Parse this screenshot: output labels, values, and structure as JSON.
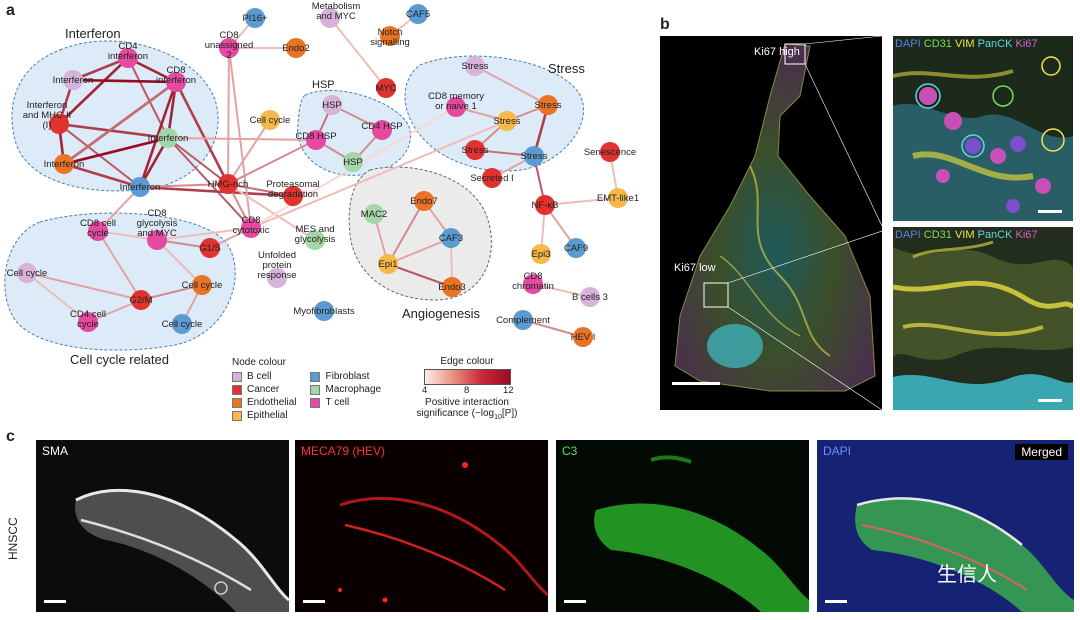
{
  "panel_letters": {
    "a": "a",
    "b": "b",
    "c": "c"
  },
  "groups": {
    "interferon": "Interferon",
    "hsp": "HSP",
    "stress": "Stress",
    "angiogenesis": "Angiogenesis",
    "cell_cycle": "Cell cycle related"
  },
  "node_colors": {
    "bcell": "#d7b3d9",
    "cancer": "#e0322e",
    "endothelial": "#ea7426",
    "epithelial": "#f6b94a",
    "fibroblast": "#5b9bd1",
    "macrophage": "#a5d6a7",
    "tcell": "#e54aa0"
  },
  "nodes": [
    {
      "id": "cd4ifn",
      "label": "CD4 interferon",
      "type": "tcell"
    },
    {
      "id": "cd8ifn",
      "label": "CD8 interferon",
      "type": "tcell"
    },
    {
      "id": "ifn_b",
      "label": "Interferon",
      "type": "bcell"
    },
    {
      "id": "ifn_mhc",
      "label": "Interferon and MHC-II (I)",
      "type": "cancer"
    },
    {
      "id": "ifn_mac",
      "label": "Interferon",
      "type": "macrophage"
    },
    {
      "id": "ifn_endo",
      "label": "Interferon",
      "type": "endothelial"
    },
    {
      "id": "ifn_fib",
      "label": "Interferon",
      "type": "fibroblast"
    },
    {
      "id": "pi16",
      "label": "PI16+",
      "type": "fibroblast"
    },
    {
      "id": "cd8un2",
      "label": "CD8 unassigned 2",
      "type": "tcell"
    },
    {
      "id": "endo2",
      "label": "Endo2",
      "type": "endothelial"
    },
    {
      "id": "metab",
      "label": "Metabolism and MYC",
      "type": "bcell"
    },
    {
      "id": "myc",
      "label": "MYC",
      "type": "cancer"
    },
    {
      "id": "caf5",
      "label": "CAF5",
      "type": "fibroblast"
    },
    {
      "id": "notch",
      "label": "Notch signalling",
      "type": "endothelial"
    },
    {
      "id": "cellcycle_epi",
      "label": "Cell cycle",
      "type": "epithelial"
    },
    {
      "id": "hsp_b",
      "label": "HSP",
      "type": "bcell"
    },
    {
      "id": "cd8hsp",
      "label": "CD8 HSP",
      "type": "tcell"
    },
    {
      "id": "cd4hsp",
      "label": "CD4 HSP",
      "type": "tcell"
    },
    {
      "id": "hsp_mac",
      "label": "HSP",
      "type": "macrophage"
    },
    {
      "id": "hmg",
      "label": "HMG-rich",
      "type": "cancer"
    },
    {
      "id": "proteasomal",
      "label": "Proteasomal degradation",
      "type": "cancer"
    },
    {
      "id": "cd8cyto",
      "label": "CD8 cytotoxic",
      "type": "tcell"
    },
    {
      "id": "stress_b",
      "label": "Stress",
      "type": "bcell"
    },
    {
      "id": "cd8mem",
      "label": "CD8 memory or naive 1",
      "type": "tcell"
    },
    {
      "id": "stress_endo",
      "label": "Stress",
      "type": "endothelial"
    },
    {
      "id": "stress_epi",
      "label": "Stress",
      "type": "epithelial"
    },
    {
      "id": "stress_can",
      "label": "Stress",
      "type": "cancer"
    },
    {
      "id": "stress_fib",
      "label": "Stress",
      "type": "fibroblast"
    },
    {
      "id": "secreted",
      "label": "Secreted I",
      "type": "cancer"
    },
    {
      "id": "senescence",
      "label": "Senescence",
      "type": "cancer"
    },
    {
      "id": "emt",
      "label": "EMT-like1",
      "type": "epithelial"
    },
    {
      "id": "nfkb",
      "label": "NF-κB",
      "type": "cancer"
    },
    {
      "id": "epi3",
      "label": "Epi3",
      "type": "epithelial"
    },
    {
      "id": "caf9",
      "label": "CAF9",
      "type": "fibroblast"
    },
    {
      "id": "cd8chrom",
      "label": "CD8 chromatin",
      "type": "tcell"
    },
    {
      "id": "bcells3",
      "label": "B cells 3",
      "type": "bcell"
    },
    {
      "id": "complement",
      "label": "Complement",
      "type": "fibroblast"
    },
    {
      "id": "hev",
      "label": "HEV I",
      "type": "endothelial"
    },
    {
      "id": "mac2",
      "label": "MAC2",
      "type": "macrophage"
    },
    {
      "id": "endo7",
      "label": "Endo7",
      "type": "endothelial"
    },
    {
      "id": "caf3",
      "label": "CAF3",
      "type": "fibroblast"
    },
    {
      "id": "epi1",
      "label": "Epi1",
      "type": "epithelial"
    },
    {
      "id": "endo3",
      "label": "Endo3",
      "type": "endothelial"
    },
    {
      "id": "mes",
      "label": "MES and glycolysis",
      "type": "macrophage"
    },
    {
      "id": "unfolded",
      "label": "Unfolded protein response",
      "type": "bcell"
    },
    {
      "id": "myofib",
      "label": "Myofibroblasts",
      "type": "fibroblast"
    },
    {
      "id": "cd8cc",
      "label": "CD8 cell cycle",
      "type": "tcell"
    },
    {
      "id": "cd8gly",
      "label": "CD8 glycolysis and MYC",
      "type": "tcell"
    },
    {
      "id": "g1s",
      "label": "G1/S",
      "type": "cancer"
    },
    {
      "id": "cc_b",
      "label": "Cell cycle",
      "type": "bcell"
    },
    {
      "id": "g2m",
      "label": "G2/M",
      "type": "cancer"
    },
    {
      "id": "cc_endo",
      "label": "Cell cycle",
      "type": "endothelial"
    },
    {
      "id": "cd4cc",
      "label": "CD4 cell cycle",
      "type": "tcell"
    },
    {
      "id": "cc_fib",
      "label": "Cell cycle",
      "type": "fibroblast"
    }
  ],
  "edges": [
    [
      "cd4ifn",
      "cd8ifn",
      11
    ],
    [
      "cd4ifn",
      "ifn_b",
      10
    ],
    [
      "cd4ifn",
      "ifn_mhc",
      11
    ],
    [
      "cd4ifn",
      "ifn_mac",
      9
    ],
    [
      "cd8ifn",
      "ifn_b",
      12
    ],
    [
      "cd8ifn",
      "ifn_mac",
      11
    ],
    [
      "cd8ifn",
      "ifn_fib",
      11
    ],
    [
      "cd8ifn",
      "ifn_endo",
      10
    ],
    [
      "ifn_b",
      "ifn_mhc",
      10
    ],
    [
      "ifn_mhc",
      "ifn_endo",
      11
    ],
    [
      "ifn_mhc",
      "ifn_mac",
      10
    ],
    [
      "ifn_mhc",
      "ifn_fib",
      9
    ],
    [
      "ifn_mac",
      "ifn_endo",
      12
    ],
    [
      "ifn_mac",
      "ifn_fib",
      11
    ],
    [
      "ifn_endo",
      "ifn_fib",
      10
    ],
    [
      "ifn_endo",
      "cd8ifn",
      8
    ],
    [
      "ifn_mac",
      "hmg",
      9
    ],
    [
      "ifn_mac",
      "cd8cyto",
      9
    ],
    [
      "cd8ifn",
      "hmg",
      10
    ],
    [
      "ifn_fib",
      "proteasomal",
      10
    ],
    [
      "ifn_fib",
      "hmg",
      7
    ],
    [
      "ifn_fib",
      "cd8cc",
      6
    ],
    [
      "ifn_mac",
      "cd8hsp",
      6
    ],
    [
      "cd8un2",
      "hmg",
      6
    ],
    [
      "cd8un2",
      "cd8cyto",
      6
    ],
    [
      "pi16",
      "cd8un2",
      5
    ],
    [
      "endo2",
      "cd8un2",
      5
    ],
    [
      "metab",
      "myc",
      5
    ],
    [
      "caf5",
      "notch",
      5
    ],
    [
      "cellcycle_epi",
      "hmg",
      6
    ],
    [
      "hsp_b",
      "cd8hsp",
      8
    ],
    [
      "hsp_b",
      "cd4hsp",
      7
    ],
    [
      "cd8hsp",
      "hsp_mac",
      7
    ],
    [
      "cd4hsp",
      "hsp_mac",
      7
    ],
    [
      "cd8hsp",
      "hmg",
      7
    ],
    [
      "hmg",
      "proteasomal",
      8
    ],
    [
      "hmg",
      "cd8cyto",
      7
    ],
    [
      "hmg",
      "mes",
      5
    ],
    [
      "cd8cyto",
      "g1s",
      6
    ],
    [
      "cd8cyto",
      "cd8gly",
      5
    ],
    [
      "cd8cyto",
      "stress_epi",
      5
    ],
    [
      "cd8cyto",
      "cd8mem",
      4
    ],
    [
      "stress_b",
      "stress_endo",
      6
    ],
    [
      "cd8mem",
      "stress_epi",
      6
    ],
    [
      "stress_endo",
      "stress_epi",
      7
    ],
    [
      "stress_endo",
      "stress_fib",
      10
    ],
    [
      "stress_epi",
      "stress_can",
      7
    ],
    [
      "stress_can",
      "stress_fib",
      8
    ],
    [
      "stress_fib",
      "secreted",
      6
    ],
    [
      "stress_fib",
      "nfkb",
      9
    ],
    [
      "senescence",
      "emt",
      5
    ],
    [
      "nfkb",
      "emt",
      5
    ],
    [
      "nfkb",
      "epi3",
      5
    ],
    [
      "nfkb",
      "caf9",
      6
    ],
    [
      "cd8chrom",
      "bcells3",
      5
    ],
    [
      "complement",
      "hev",
      7
    ],
    [
      "mac2",
      "epi1",
      6
    ],
    [
      "endo7",
      "epi1",
      7
    ],
    [
      "endo7",
      "caf3",
      6
    ],
    [
      "caf3",
      "epi1",
      6
    ],
    [
      "epi1",
      "endo3",
      9
    ],
    [
      "caf3",
      "endo3",
      5
    ],
    [
      "cd8cc",
      "g2m",
      6
    ],
    [
      "cd8gly",
      "g1s",
      7
    ],
    [
      "cd8gly",
      "cc_endo",
      5
    ],
    [
      "cc_b",
      "g2m",
      6
    ],
    [
      "g2m",
      "cd4cc",
      6
    ],
    [
      "g2m",
      "cc_endo",
      7
    ],
    [
      "cc_endo",
      "cc_fib",
      6
    ],
    [
      "cd8gly",
      "cd8cc",
      5
    ],
    [
      "cd4cc",
      "cc_b",
      5
    ]
  ],
  "legend": {
    "node_title": "Node colour",
    "items": [
      {
        "label": "B cell",
        "type": "bcell"
      },
      {
        "label": "Cancer",
        "type": "cancer"
      },
      {
        "label": "Endothelial",
        "type": "endothelial"
      },
      {
        "label": "Epithelial",
        "type": "epithelial"
      },
      {
        "label": "Fibroblast",
        "type": "fibroblast"
      },
      {
        "label": "Macrophage",
        "type": "macrophage"
      },
      {
        "label": "T cell",
        "type": "tcell"
      }
    ],
    "edge_title": "Edge colour",
    "edge_ticks": [
      "4",
      "8",
      "12"
    ],
    "edge_caption": "Positive interaction significance (−log",
    "edge_caption_sub": "10",
    "edge_caption_end": "[P])"
  },
  "panel_b": {
    "ki67_high": "Ki67 high",
    "ki67_low": "Ki67 low",
    "channels": [
      {
        "label": "DAPI",
        "color": "#5b7fe6"
      },
      {
        "label": "CD31",
        "color": "#7ed957"
      },
      {
        "label": "VIM",
        "color": "#f3e24b"
      },
      {
        "label": "PanCK",
        "color": "#5fd6e6"
      },
      {
        "label": "Ki67",
        "color": "#e25bd0"
      }
    ]
  },
  "panel_c": {
    "row_label": "HNSCC",
    "images": [
      {
        "label": "SMA",
        "color": "#ffffff"
      },
      {
        "label": "MECA79 (HEV)",
        "color": "#ff3030"
      },
      {
        "label": "C3",
        "color": "#44ee44"
      },
      {
        "label": "DAPI",
        "color": "#6a8cff"
      }
    ],
    "merged": "Merged",
    "watermark": "生信人"
  }
}
